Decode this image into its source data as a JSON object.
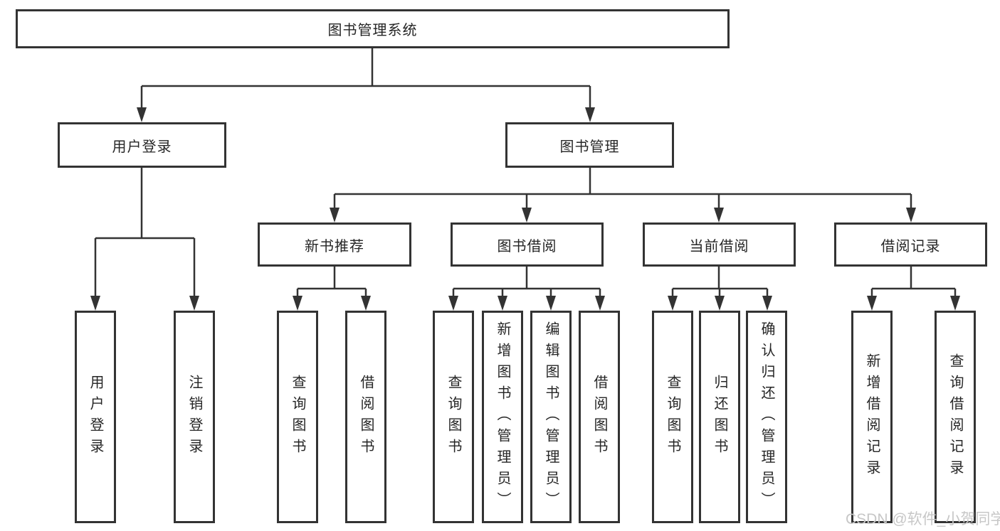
{
  "title": "图书管理系统",
  "branches": {
    "user_login": {
      "label": "用户登录",
      "children": [
        "用户登录",
        "注销登录"
      ]
    },
    "book_management": {
      "label": "图书管理",
      "sections": {
        "new_book": {
          "label": "新书推荐",
          "children": [
            "查询图书",
            "借阅图书"
          ]
        },
        "borrow": {
          "label": "图书借阅",
          "children": [
            "查询图书",
            "新增图书（管理员）",
            "编辑图书（管理员）",
            "借阅图书"
          ]
        },
        "current": {
          "label": "当前借阅",
          "children": [
            "查询图书",
            "归还图书",
            "确认归还（管理员）"
          ]
        },
        "records": {
          "label": "借阅记录",
          "children": [
            "新增借阅记录",
            "查询借阅记录"
          ]
        }
      }
    }
  },
  "watermark": "CSDN @软件_小贺同学",
  "colors": {
    "line": "#333333",
    "text": "#262626",
    "background": "#ffffff",
    "watermark": "#c7c7c7"
  }
}
